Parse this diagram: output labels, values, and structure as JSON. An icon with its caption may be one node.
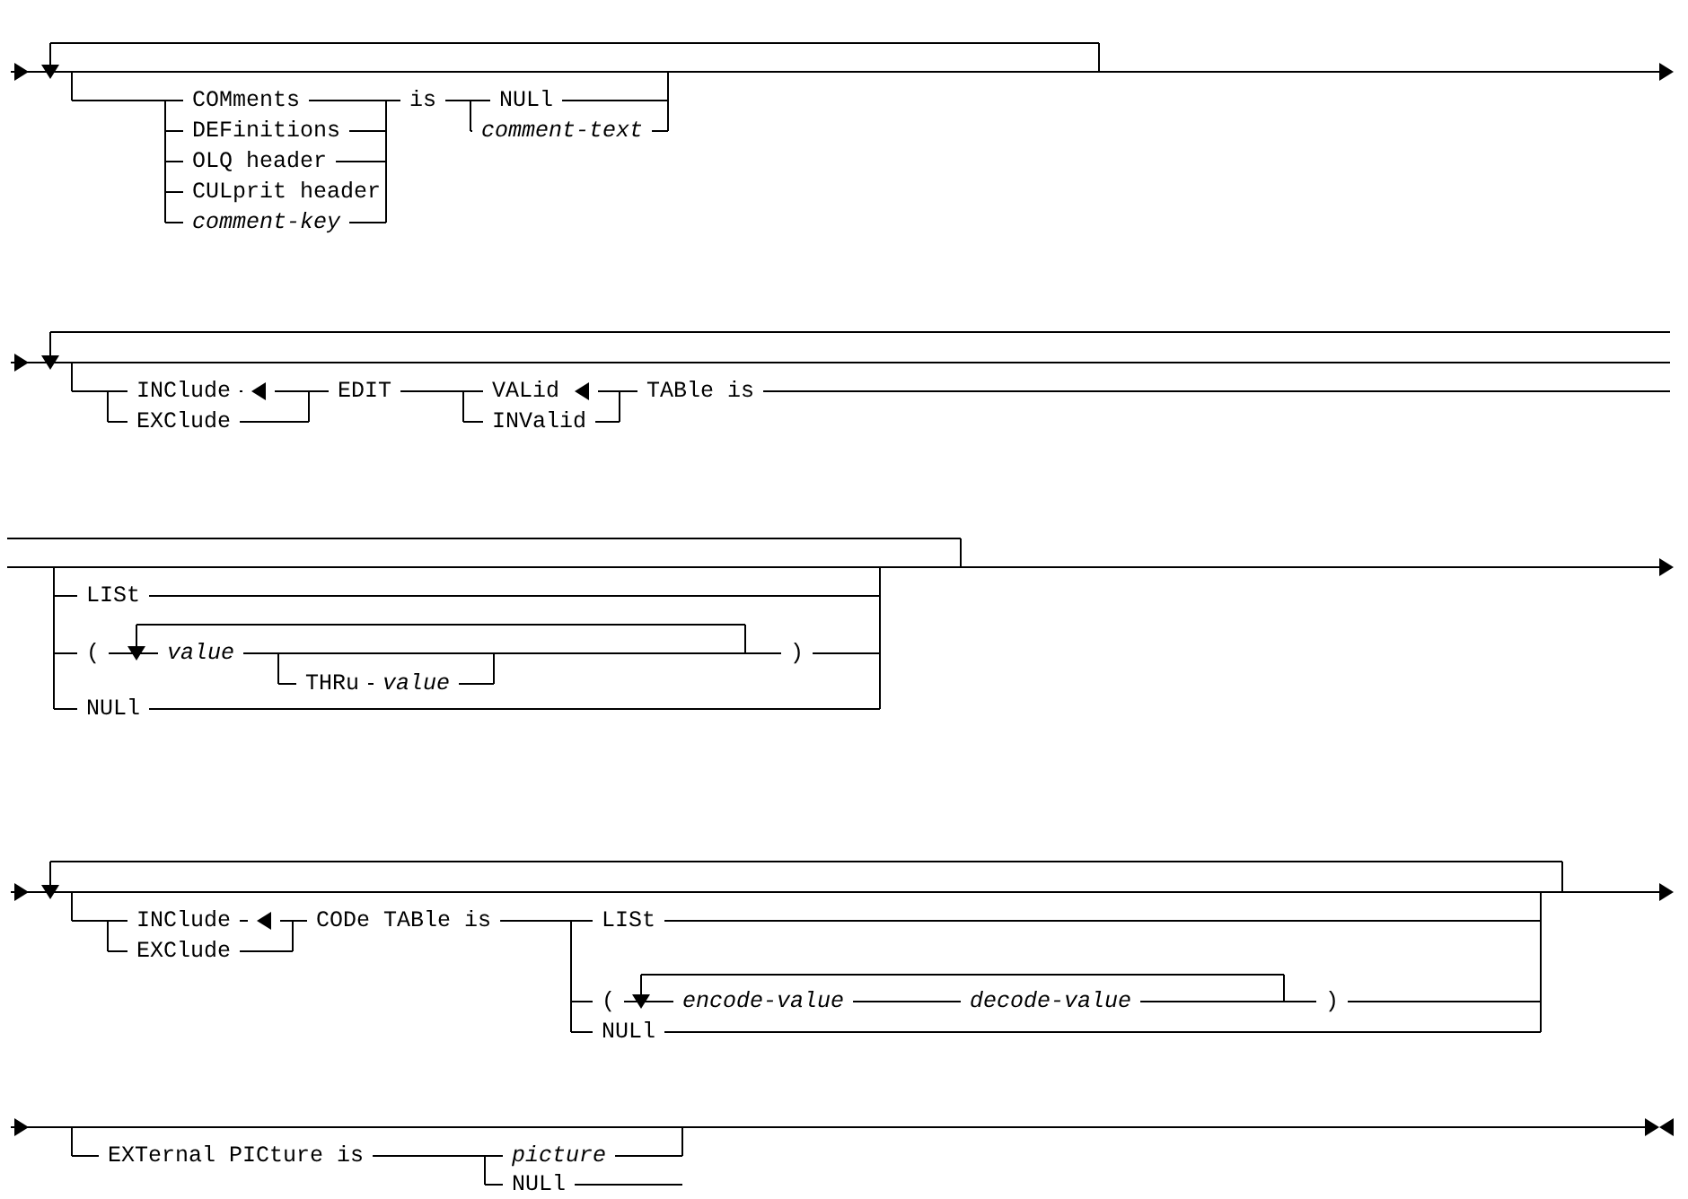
{
  "diagram": {
    "labels": [
      "COMments",
      "is",
      "NULl",
      "DEFinitions",
      "comment-text",
      "OLQ header",
      "CULprit header",
      "comment-key",
      "INClude",
      "EDIT",
      "VALid",
      "TABle is",
      "EXClude",
      "INValid",
      "LISt",
      "(",
      "value",
      ")",
      "THRu",
      "value",
      "NULl",
      "INClude",
      "CODe TABle is",
      "LISt",
      "EXClude",
      "(",
      "encode-value",
      "decode-value",
      ")",
      "NULl",
      "EXTernal PICture is",
      "picture",
      "NULl"
    ]
  }
}
